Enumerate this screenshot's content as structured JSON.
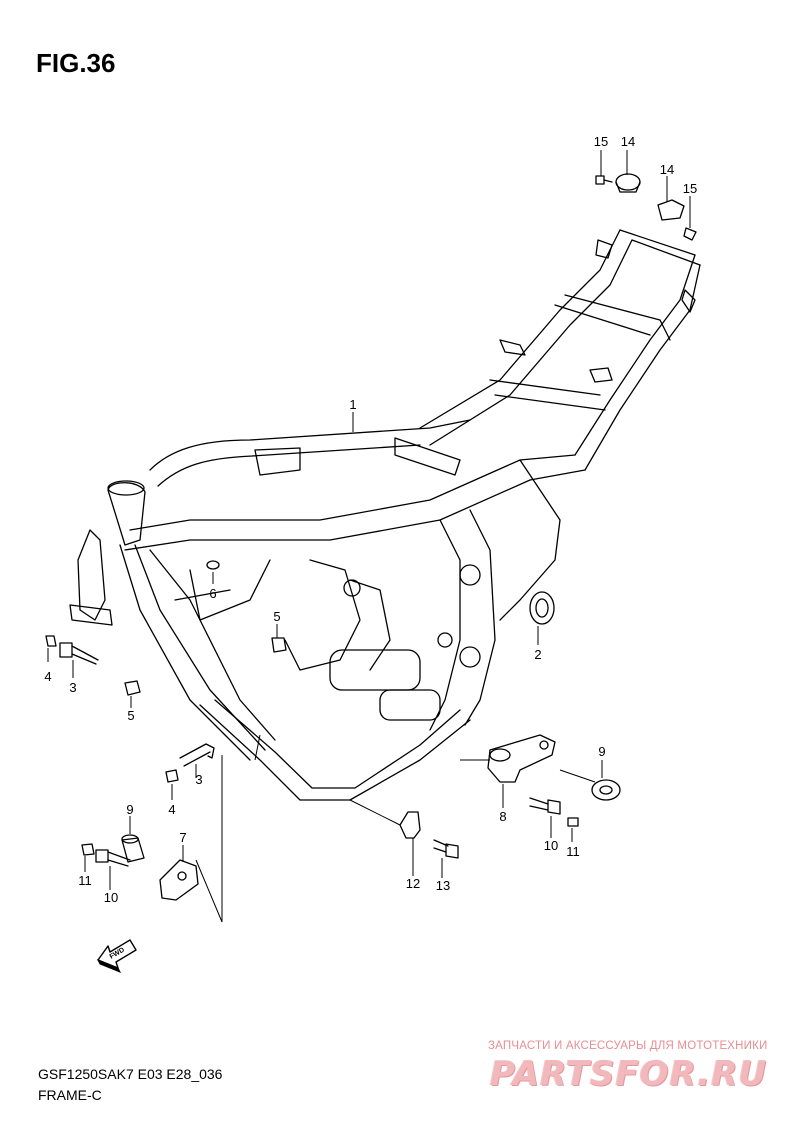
{
  "figure": {
    "title": "FIG.36",
    "model_code": "GSF1250SAK7 E03 E28_036",
    "section_name": "FRAME-C"
  },
  "fwd_label": "FWD",
  "callouts": [
    {
      "id": "c-15a",
      "label": "15"
    },
    {
      "id": "c-14a",
      "label": "14"
    },
    {
      "id": "c-14b",
      "label": "14"
    },
    {
      "id": "c-15b",
      "label": "15"
    },
    {
      "id": "c-1",
      "label": "1"
    },
    {
      "id": "c-6",
      "label": "6"
    },
    {
      "id": "c-5a",
      "label": "5"
    },
    {
      "id": "c-4a",
      "label": "4"
    },
    {
      "id": "c-3a",
      "label": "3"
    },
    {
      "id": "c-5b",
      "label": "5"
    },
    {
      "id": "c-2",
      "label": "2"
    },
    {
      "id": "c-3b",
      "label": "3"
    },
    {
      "id": "c-4b",
      "label": "4"
    },
    {
      "id": "c-9a",
      "label": "9"
    },
    {
      "id": "c-7",
      "label": "7"
    },
    {
      "id": "c-11a",
      "label": "11"
    },
    {
      "id": "c-10a",
      "label": "10"
    },
    {
      "id": "c-9b",
      "label": "9"
    },
    {
      "id": "c-8",
      "label": "8"
    },
    {
      "id": "c-10b",
      "label": "10"
    },
    {
      "id": "c-11b",
      "label": "11"
    },
    {
      "id": "c-12",
      "label": "12"
    },
    {
      "id": "c-13",
      "label": "13"
    }
  ],
  "watermark": {
    "tagline": "ЗАПЧАСТИ И АКСЕССУАРЫ ДЛЯ МОТОТЕХНИКИ",
    "brand": "PARTSFOR.RU"
  }
}
